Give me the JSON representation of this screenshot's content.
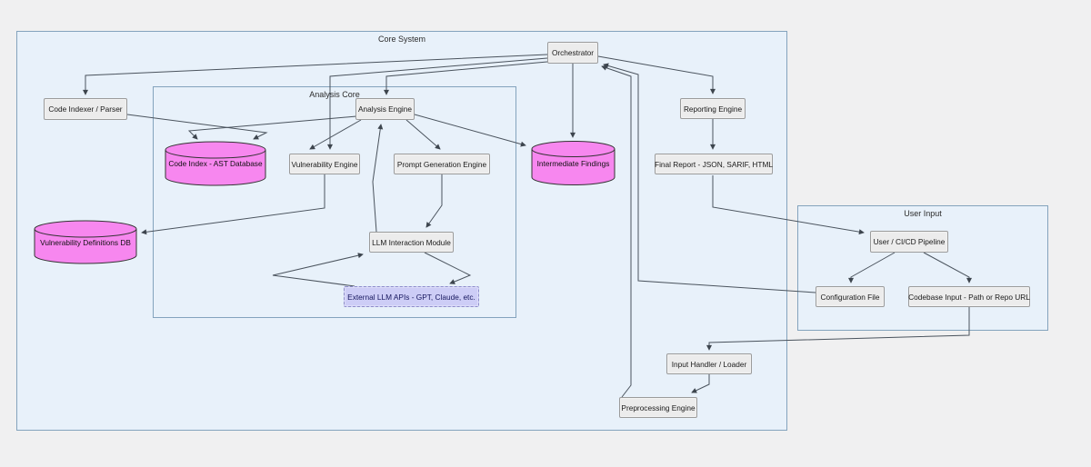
{
  "diagram": {
    "containers": {
      "core_system": {
        "label": "Core System"
      },
      "analysis_core": {
        "label": "Analysis Core"
      },
      "user_input": {
        "label": "User Input"
      }
    },
    "nodes": {
      "orchestrator": {
        "label": "Orchestrator"
      },
      "code_indexer": {
        "label": "Code Indexer / Parser"
      },
      "analysis_engine": {
        "label": "Analysis Engine"
      },
      "vulnerability_engine": {
        "label": "Vulnerability Engine"
      },
      "prompt_generation_engine": {
        "label": "Prompt Generation Engine"
      },
      "llm_interaction_module": {
        "label": "LLM Interaction Module"
      },
      "external_llm_apis": {
        "label": "External LLM APIs - GPT, Claude, etc."
      },
      "reporting_engine": {
        "label": "Reporting Engine"
      },
      "final_report": {
        "label": "Final Report - JSON, SARIF, HTML"
      },
      "user_pipeline": {
        "label": "User / CI/CD Pipeline"
      },
      "configuration_file": {
        "label": "Configuration File"
      },
      "codebase_input": {
        "label": "Codebase Input - Path or Repo URL"
      },
      "input_handler": {
        "label": "Input Handler / Loader"
      },
      "preprocessing_engine": {
        "label": "Preprocessing Engine"
      }
    },
    "databases": {
      "ast_db": {
        "label": "Code Index - AST Database"
      },
      "intermediate_findings": {
        "label": "Intermediate Findings"
      },
      "vuln_definitions_db": {
        "label": "Vulnerability Definitions DB"
      }
    },
    "colors": {
      "page_background": "#f0f0f1",
      "container_fill": "#e8f1fa",
      "container_border": "#84a3bd",
      "node_fill": "#ececec",
      "node_border": "#9b9b9b",
      "database_fill": "#f787ef",
      "database_border": "#333333",
      "external_fill": "#cdcdf6",
      "external_border": "#8d8dc9",
      "external_text": "#16165e",
      "edge": "#4a535d",
      "text": "#1a1a1a"
    }
  }
}
